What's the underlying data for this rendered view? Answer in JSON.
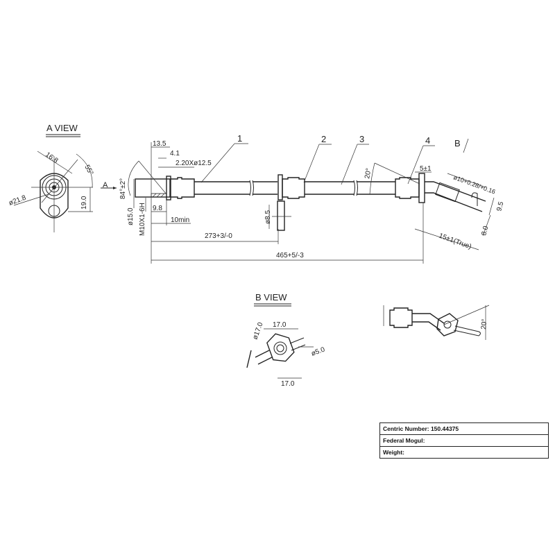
{
  "views": {
    "a_view": "A VIEW",
    "b_view": "B VIEW",
    "a_arrow": "A",
    "b_arrow": "B"
  },
  "callouts": [
    "1",
    "2",
    "3",
    "4"
  ],
  "dimensions": {
    "a_16_8": "16.8",
    "a_55": "55°",
    "a_21_8": "ø21.8",
    "a_19_0": "19.0",
    "d_13_5": "13.5",
    "d_4_1": "4.1",
    "d_2_20": "2.20Xø12.5",
    "d_84": "84°±2°",
    "d_15_0": "ø15.0",
    "d_m10": "M10X1-6H",
    "d_9_8": "9.8",
    "d_10min": "10min",
    "d_8_5": "ø8.5",
    "d_273": "273+3/-0",
    "d_465": "465+5/-3",
    "d_20": "20°",
    "d_5_1": "5±1",
    "d_10": "ø10+0.28/+0.16",
    "d_9_5": "9.5",
    "d_8_0": "8.0",
    "d_15_1": "15±1(True)",
    "b_17_0a": "17.0",
    "b_17_0b": "ø17.0",
    "b_5_0": "ø5.0",
    "b_17_0c": "17.0",
    "c_20": "20°"
  },
  "title_block": {
    "centric": "Centric Number: 150.44375",
    "federal": "Federal Mogul:",
    "weight": "Weight:"
  }
}
